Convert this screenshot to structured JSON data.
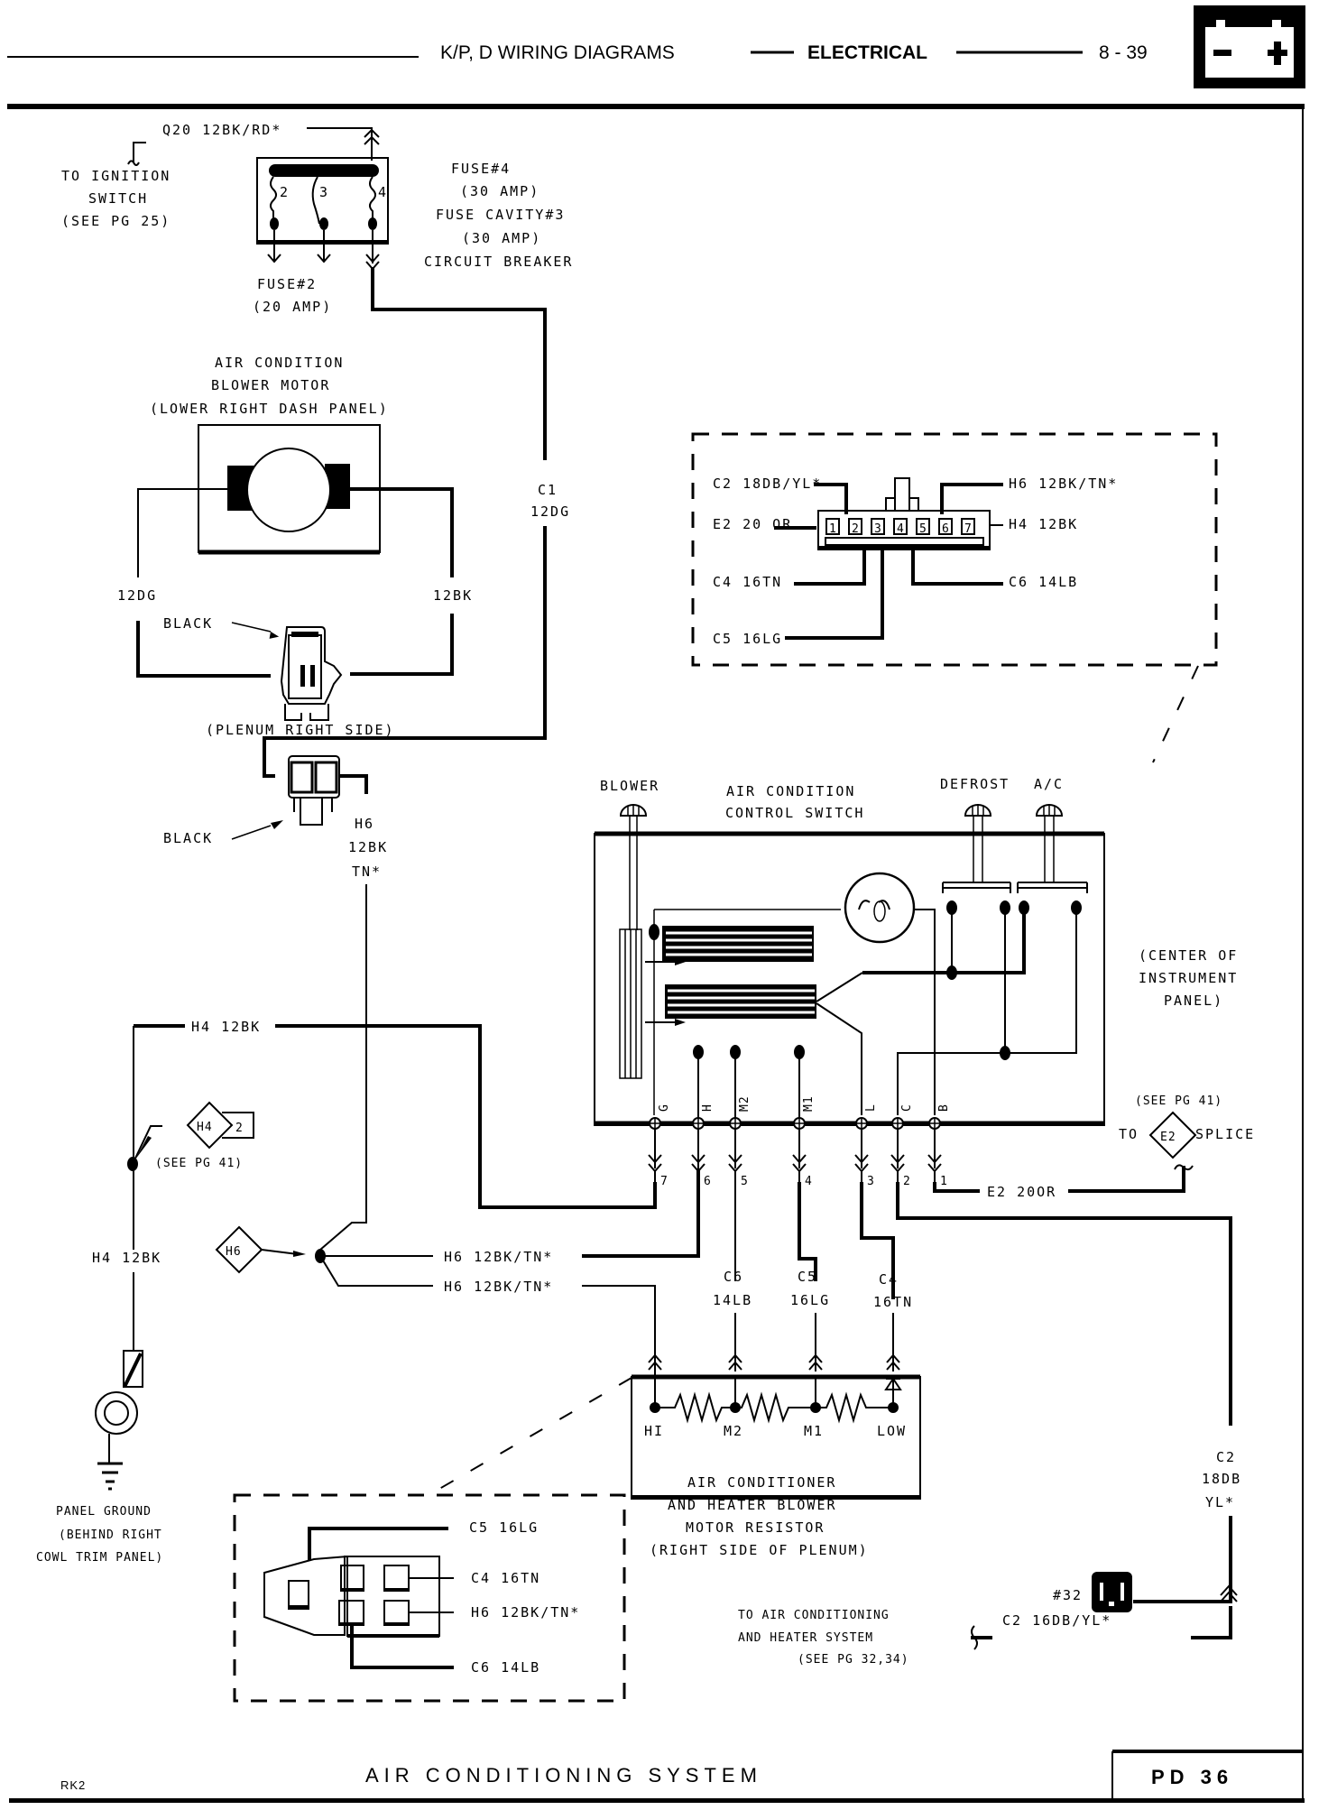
{
  "header": {
    "title": "K/P, D  WIRING  DIAGRAMS",
    "section": "ELECTRICAL",
    "page_ref": "8 - 39",
    "icon": "battery-icon",
    "icon_minus": "−",
    "icon_plus": "+"
  },
  "footer": {
    "code": "RK2",
    "title": "AIR CONDITIONING SYSTEM",
    "page": "PD  36"
  },
  "fuse_block": {
    "wire_top": "Q20  12BK/RD*",
    "ignition_lines": [
      "TO IGNITION",
      "SWITCH",
      "(SEE PG 25)"
    ],
    "terminals": [
      "2",
      "3",
      "4"
    ],
    "fuse4_lines": [
      "FUSE#4",
      "(30 AMP)",
      "FUSE CAVITY#3",
      "(30 AMP)",
      "CIRCUIT BREAKER"
    ],
    "fuse2_lines": [
      "FUSE#2",
      "(20 AMP)"
    ]
  },
  "blower_motor": {
    "title_lines": [
      "AIR CONDITION",
      "BLOWER MOTOR",
      "(LOWER RIGHT DASH PANEL)"
    ],
    "wire_left": "12DG",
    "wire_right": "12BK",
    "connector_color": "BLACK",
    "connector_location": "(PLENUM RIGHT SIDE)",
    "c1_lines": [
      "C1",
      "12DG"
    ]
  },
  "lower_connector": {
    "color": "BLACK",
    "wire_lines": [
      "H6",
      "12BK",
      "TN*"
    ]
  },
  "switch_inset": {
    "wires_left": [
      "C2  18DB/YL*",
      "E2  20  OR",
      "C4  16TN",
      "C5  16LG"
    ],
    "wires_right": [
      "H6  12BK/TN*",
      "H4  12BK",
      "C6  14LB"
    ],
    "pins": [
      "1",
      "2",
      "3",
      "4",
      "5",
      "6",
      "7"
    ]
  },
  "control_switch": {
    "knob_blower": "BLOWER",
    "title_lines": [
      "AIR CONDITION",
      "CONTROL SWITCH"
    ],
    "knob_defrost": "DEFROST",
    "knob_ac": "A/C",
    "location_lines": [
      "(CENTER OF",
      "INSTRUMENT",
      "PANEL)"
    ],
    "terminals": [
      "G",
      "H",
      "M2",
      "M1",
      "L",
      "C",
      "B"
    ],
    "cavities": [
      "7",
      "6",
      "5",
      "4",
      "3",
      "2",
      "1"
    ]
  },
  "splices": {
    "h4_wire_top": "H4  12BK",
    "h4_diamond": "H4",
    "h4_box": "2",
    "h4_see": "(SEE PG 41)",
    "h4_wire_left": "H4  12BK",
    "h6_diamond": "H6",
    "h6_wire_a": "H6  12BK/TN*",
    "h6_wire_b": "H6  12BK/TN*",
    "e2_see": "(SEE PG 41)",
    "e2_to": "TO",
    "e2_diamond": "E2",
    "e2_splice": "SPLICE",
    "e2_wire": "E2  20OR"
  },
  "resistor": {
    "wires": [
      [
        "C6",
        "14LB"
      ],
      [
        "C5",
        "16LG"
      ],
      [
        "C4",
        "16TN"
      ]
    ],
    "taps": [
      "HI",
      "M2",
      "M1",
      "LOW"
    ],
    "title_lines": [
      "AIR CONDITIONER",
      "AND HEATER BLOWER",
      "MOTOR RESISTOR",
      "(RIGHT SIDE OF PLENUM)"
    ]
  },
  "ground": {
    "lines": [
      "PANEL GROUND",
      "(BEHIND RIGHT",
      "COWL TRIM PANEL)"
    ]
  },
  "resistor_inset": {
    "wires": [
      "C5  16LG",
      "C4  16TN",
      "H6  12BK/TN*",
      "C6  14LB"
    ]
  },
  "c2_output": {
    "wire_lines": [
      "C2",
      "18DB",
      "YL*"
    ],
    "connector_ref": "#32",
    "wire_bottom": "C2  16DB/YL*",
    "dest_lines": [
      "TO AIR CONDITIONING",
      "AND HEATER SYSTEM",
      "(SEE PG 32,34)"
    ]
  }
}
